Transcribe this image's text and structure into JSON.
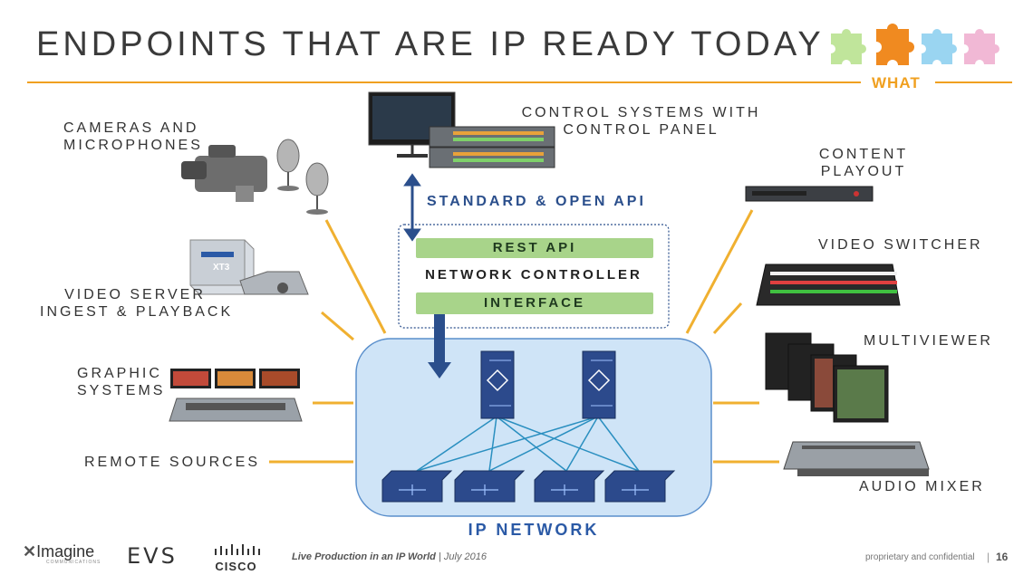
{
  "title": "ENDPOINTS THAT ARE IP READY TODAY",
  "section_tag": "WHAT",
  "left_labels": {
    "cameras": [
      "CAMERAS AND",
      "MICROPHONES"
    ],
    "video_server": [
      "VIDEO SERVER",
      "INGEST & PLAYBACK"
    ],
    "graphic": [
      "GRAPHIC",
      "SYSTEMS"
    ],
    "remote": "REMOTE SOURCES"
  },
  "top_label": [
    "CONTROL SYSTEMS WITH",
    "CONTROL PANEL"
  ],
  "right_labels": {
    "content": [
      "CONTENT",
      "PLAYOUT"
    ],
    "switcher": "VIDEO SWITCHER",
    "multiviewer": "MULTIVIEWER",
    "audio": "AUDIO MIXER"
  },
  "api_label": "STANDARD & OPEN API",
  "controller": {
    "rest_api": "REST API",
    "name": "NETWORK CONTROLLER",
    "interface": "INTERFACE"
  },
  "network_label": "IP NETWORK",
  "device_caption": "XT3",
  "footer": {
    "logo_imagine": "Imagine",
    "logo_imagine_sub": "COMMUNICATIONS",
    "logo_evs": "EVS",
    "logo_cisco": "CISCO",
    "event_text": "Live Production in an IP World",
    "date_text": "| July 2016",
    "confidential": "proprietary and confidential",
    "page": "16"
  },
  "colors": {
    "accent": "#f0a020",
    "network_blue": "#2b5aa6",
    "green_bar": "#a8d48a",
    "puzzle": [
      "#b5e08a",
      "#f08a20",
      "#8fd0f0",
      "#f0b0d0"
    ]
  }
}
